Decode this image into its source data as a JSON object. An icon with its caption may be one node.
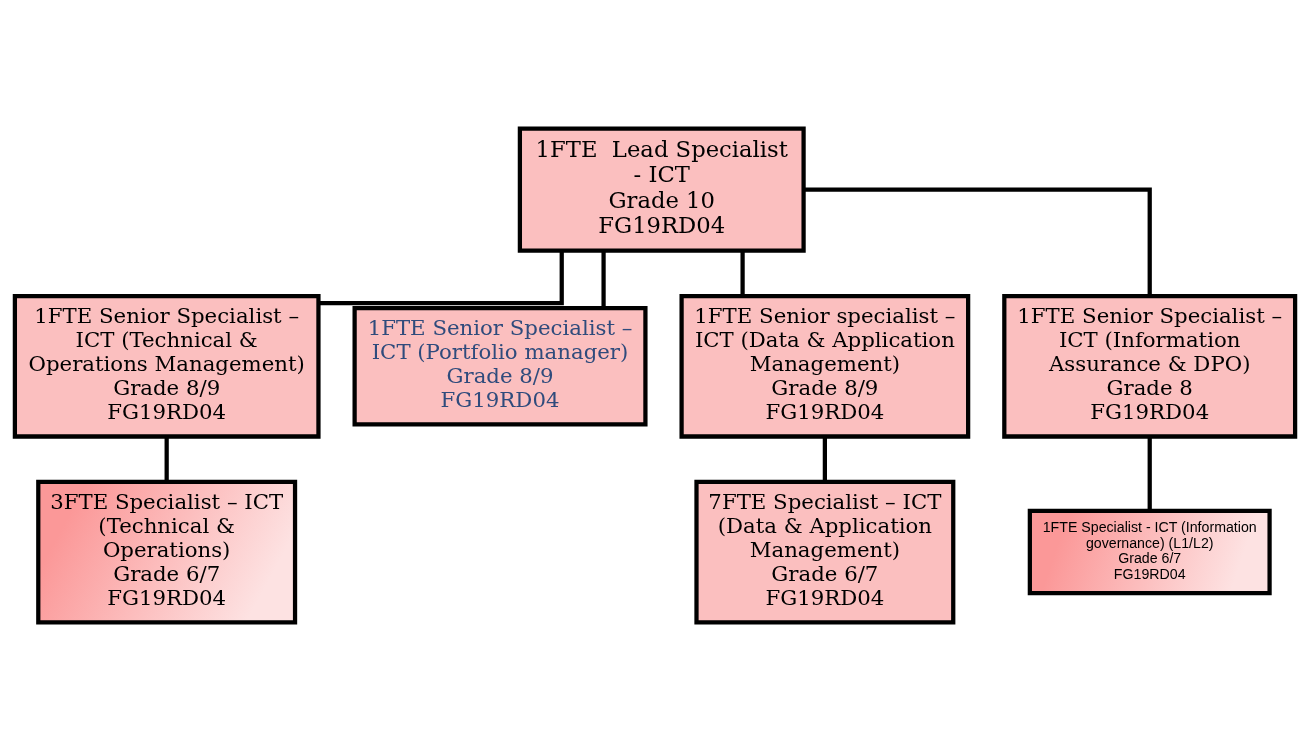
{
  "diagram": {
    "nodes": [
      {
        "text": [
          "1FTE  Lead Specialist - ICT",
          "Grade 10",
          "FG19RD04"
        ]
      },
      {
        "text": [
          "1FTE Senior Specialist – ICT (Technical & Operations Management)",
          "Grade 8/9",
          "FG19RD04"
        ]
      },
      {
        "text": [
          "1FTE Senior Specialist – ICT (Portfolio manager)",
          "Grade 8/9",
          "FG19RD04"
        ]
      },
      {
        "text": [
          "1FTE Senior specialist – ICT (Data & Application Management)",
          "Grade 8/9",
          "FG19RD04"
        ]
      },
      {
        "text": [
          "1FTE Senior Specialist – ICT (Information Assurance & DPO)",
          "Grade 8",
          "FG19RD04"
        ]
      },
      {
        "text": [
          "3FTE Specialist – ICT (Technical & Operations)",
          "Grade 6/7",
          "FG19RD04"
        ]
      },
      {
        "text": [
          "7FTE Specialist – ICT (Data & Application Management)",
          "Grade 6/7",
          "FG19RD04"
        ]
      },
      {
        "text": [
          "1FTE Specialist - ICT (Information governance) (L1/L2)",
          "Grade 6/7",
          "FG19RD04"
        ]
      }
    ],
    "edges": [
      {
        "from": 0,
        "to": 1,
        "arrow": "none"
      },
      {
        "from": 0,
        "to": 2,
        "arrow": "none"
      },
      {
        "from": 0,
        "to": 3,
        "arrow": "none"
      },
      {
        "from": 0,
        "to": 4,
        "arrow": "none"
      },
      {
        "from": 1,
        "to": 5,
        "arrow": "none"
      },
      {
        "from": 3,
        "to": 6,
        "arrow": "none"
      },
      {
        "from": 4,
        "to": 7,
        "arrow": "none"
      }
    ]
  }
}
